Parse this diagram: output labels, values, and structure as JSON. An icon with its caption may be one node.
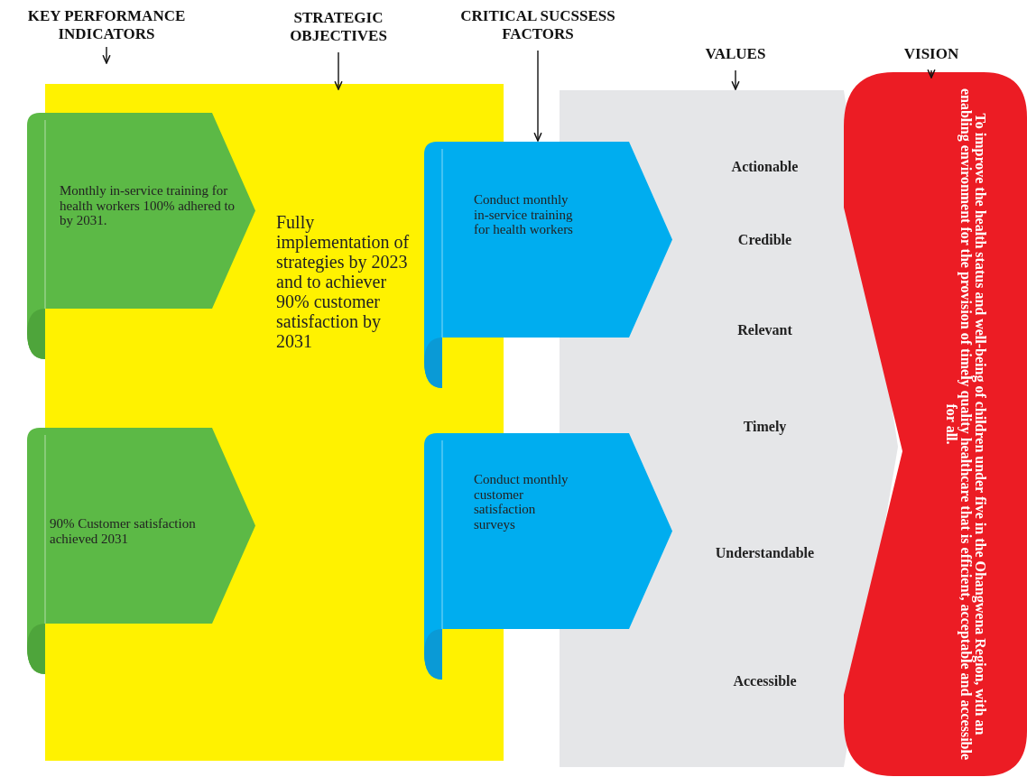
{
  "diagram": {
    "nodes": [
      {
        "text": [
          "KEY PERFORMANCE INDICATORS"
        ]
      },
      {
        "text": [
          "STRATEGIC OBJECTIVES"
        ]
      },
      {
        "text": [
          "CRITICAL SUCSSESS FACTORS"
        ]
      },
      {
        "text": [
          "VALUES"
        ]
      },
      {
        "text": [
          "VISION"
        ]
      },
      {
        "text": [
          "Fully implementation of strategies by 2023 and to achiever 90% customer satisfaction by 2031"
        ]
      },
      {
        "text": [
          "Monthly in-service training for health workers 100% adhered to by 2031."
        ]
      },
      {
        "text": [
          "90% Customer satisfaction achieved 2031"
        ]
      },
      {
        "text": [
          "Conduct monthly in-service training for health workers"
        ]
      },
      {
        "text": [
          "Conduct monthly customer satisfaction surveys"
        ]
      },
      {
        "text": [
          "Actionable",
          "Credible",
          "Relevant",
          "Timely",
          "Understandable",
          "Accessible"
        ]
      },
      {
        "text": [
          "To improve the health status and well-being of children under five in the Ohangwena Region, with an enabling environment for the provision of timely quality healthcare that is efficient, acceptable and accessible for all."
        ]
      }
    ],
    "edges": [
      {
        "from": 0,
        "to": null,
        "arrow": "to"
      },
      {
        "from": 1,
        "to": 5,
        "arrow": "to"
      },
      {
        "from": 2,
        "to": 8,
        "arrow": "to"
      },
      {
        "from": 3,
        "to": 10,
        "arrow": "to"
      },
      {
        "from": 4,
        "to": 11,
        "arrow": "to"
      }
    ]
  }
}
